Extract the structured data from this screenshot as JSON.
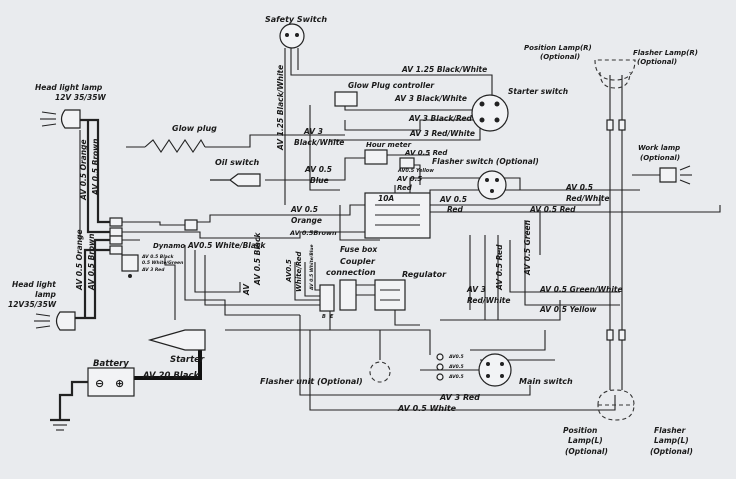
{
  "labels": {
    "safety_switch": "Safety Switch",
    "position_lamp_r": "Position Lamp(R)",
    "position_lamp_r_opt": "(Optional)",
    "flasher_lamp_r": "Flasher Lamp(R)",
    "flasher_lamp_r_opt": "(Optional)",
    "head_light_top_1": "Head light lamp",
    "head_light_top_2": "12V 35/35W",
    "wire_av125": "AV 1.25 Black/White",
    "starter_switch": "Starter switch",
    "glow_plug_controller": "Glow Plug controller",
    "av3_black_white_top": "AV 3 Black/White",
    "vertical_av125": "AV 1.25 Black/White",
    "av3_black_red": "AV 3 Black/Red",
    "av3_red_white": "AV 3 Red/White",
    "glow_plug": "Glow plug",
    "av3_left_1": "AV 3",
    "av3_left_2": "Black/White",
    "hour_meter": "Hour meter",
    "av05_red_hm": "AV 0.5 Red",
    "av05_yellow_small": "AV0.5 Yellow",
    "flasher_switch": "Flasher switch (Optional)",
    "oil_switch": "Oil switch",
    "av05_blue_1": "AV 0.5",
    "av05_blue_2": "Blue",
    "av05_orange_v": "AV 0.5 Orange",
    "av05_brown_v": "AV 0.5 Brown",
    "work_lamp": "Work lamp",
    "work_lamp_opt": "(Optional)",
    "av05_red_small_1": "AV 0.5",
    "av05_red_small_2": "Red",
    "av05_red_white_1": "AV 0.5",
    "av05_red_white_2": "Red/White",
    "fuse_10a": "10A",
    "av05_orange_h_1": "AV 0.5",
    "av05_orange_h_2": "Orange",
    "av05_red_mid_1": "AV 0.5",
    "av05_red_mid_2": "Red",
    "av05_red_right": "AV 0.5 Red",
    "av05_brown_h": "AV 0.5Brown",
    "av05_orange_v2": "AV 0.5 Orange",
    "av05_brown_v2": "AV 0.5 Brown",
    "dynamo": "Dynamo",
    "av05_white_black": "AV0.5 White/Black",
    "fuse_box": "Fuse box",
    "av05_black_small": "AV 0.5 Black",
    "av05_whitegreen_small": "0.5 White/Green",
    "av3_red_small": "AV 3 Red",
    "av05_black_v": "AV 0.5 Black",
    "av_left_v": "AV",
    "av05_white_red_v_1": "AV0.5",
    "av05_white_red_v_2": "White/Red",
    "av05_white_blue": "AV 0.5 White/Blue",
    "coupler_1": "Coupler",
    "coupler_2": "connection",
    "regulator": "Regulator",
    "av05_red_v": "AV 0.5 Red",
    "av05_green_v": "AV 0.5 Green",
    "av05_green_white": "AV 0.5 Green/White",
    "av3_red_white_mid_1": "AV 3",
    "av3_red_white_mid_2": "Red/White",
    "av05_yellow": "AV 0.5 Yellow",
    "head_light_bottom_1": "Head light",
    "head_light_bottom_2": "lamp",
    "head_light_bottom_3": "12V35/35W",
    "starter": "Starter",
    "battery": "Battery",
    "av20_black": "AV 20  Black",
    "flasher_unit": "Flasher unit (Optional)",
    "main_switch": "Main switch",
    "av3_red_bottom": "AV 3 Red",
    "av05_white_bottom": "AV 0.5 White",
    "position_lamp_l_1": "Position",
    "position_lamp_l_2": "Lamp(L)",
    "position_lamp_l_3": "(Optional)",
    "flasher_lamp_l_1": "Flasher",
    "flasher_lamp_l_2": "Lamp(L)",
    "flasher_lamp_l_3": "(Optional)",
    "bat_minus": "⊖",
    "bat_plus": "⊕",
    "terminal_b": "B",
    "terminal_e": "E",
    "ms_av05_1": "AV0.5",
    "ms_av05_2": "AV0.5",
    "ms_av05_3": "AV0.5"
  },
  "colors": {
    "paper": "#e9ebee",
    "ink": "#1a1a1a"
  }
}
